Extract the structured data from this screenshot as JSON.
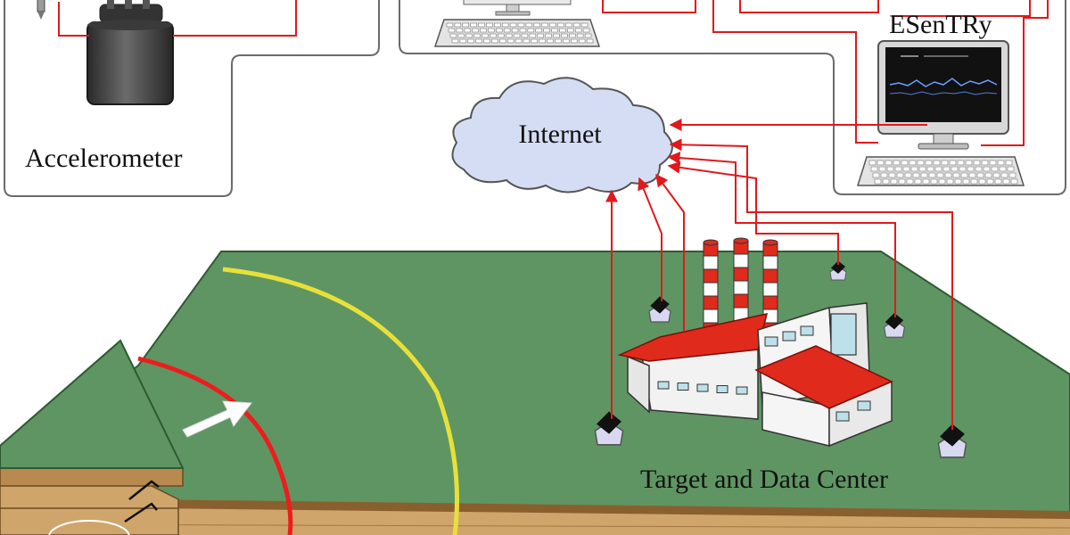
{
  "diagram": {
    "accelerometer_label": "Accelerometer",
    "internet_label": "Internet",
    "esentry_label": "ESenTRy",
    "target_label": "Target and Data Center",
    "colors": {
      "signal_line": "#e0191c",
      "ground_green": "#5f9563",
      "soil": "#cfa56c",
      "wave_red": "#ee1c1c",
      "wave_yellow": "#e8e03a",
      "cloud": "#d4ddf4",
      "roof_red": "#e02a1c"
    },
    "icons": [
      "accelerometer-icon",
      "computer-icon",
      "keyboard-icon",
      "monitor-icon",
      "cloud-icon",
      "factory-icon",
      "sensor-icon",
      "wave-arrow-icon"
    ]
  }
}
